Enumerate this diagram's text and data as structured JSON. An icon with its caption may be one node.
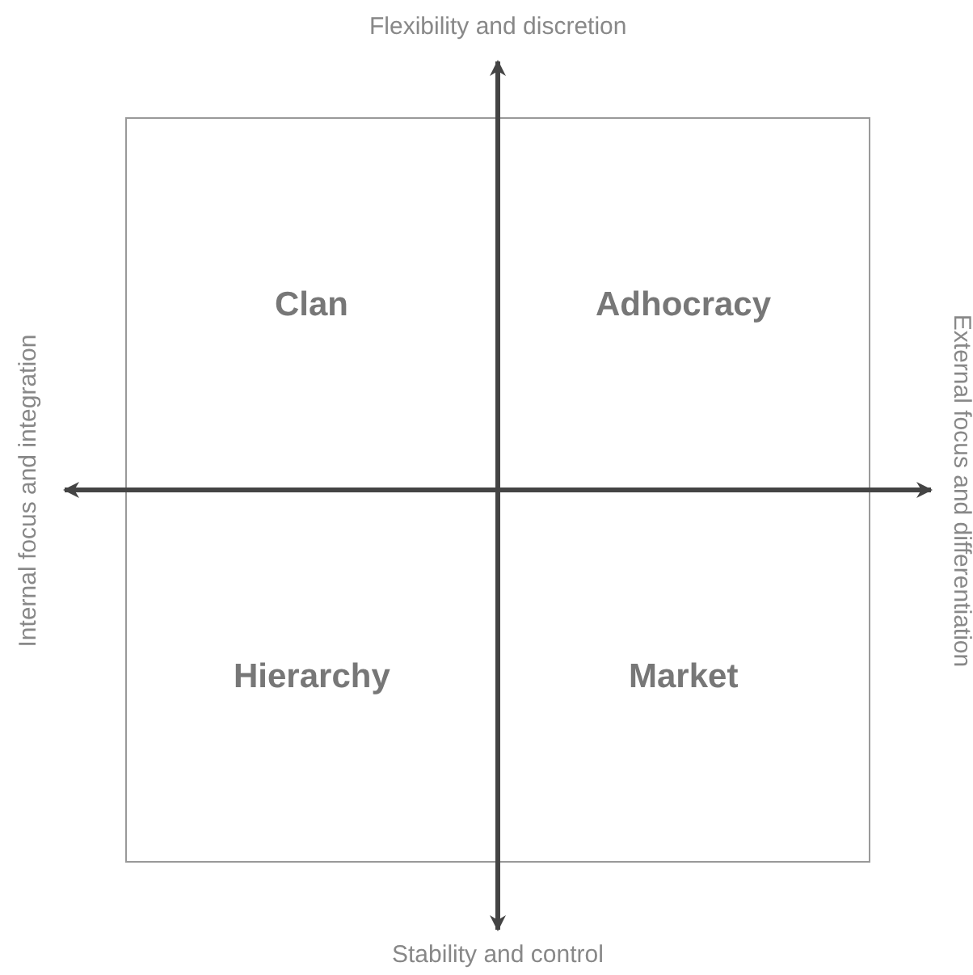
{
  "diagram": {
    "labels": [
      "Flexibility and discretion",
      "Internal focus and integration",
      "Clan",
      "Adhocracy",
      "External focus and differentiation",
      "Hierarchy",
      "Market",
      "Stability and control"
    ]
  }
}
